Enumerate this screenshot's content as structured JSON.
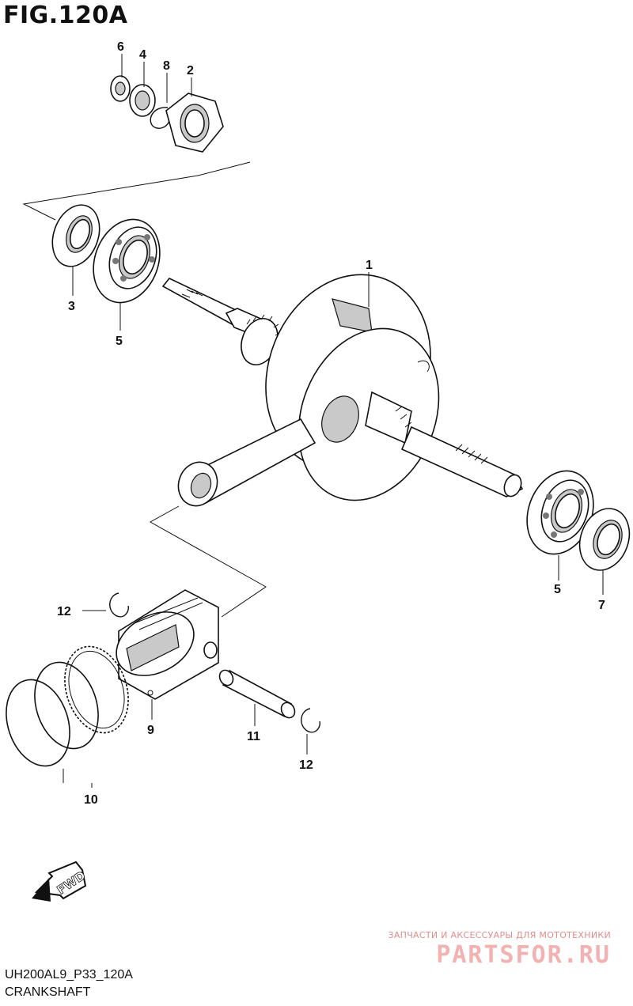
{
  "figure": {
    "title": "FIG.120A",
    "code": "UH200AL9_P33_120A",
    "name": "CRANKSHAFT"
  },
  "callouts": [
    {
      "id": "c1",
      "label": "1"
    },
    {
      "id": "c2",
      "label": "2"
    },
    {
      "id": "c3",
      "label": "3"
    },
    {
      "id": "c4",
      "label": "4"
    },
    {
      "id": "c5a",
      "label": "5"
    },
    {
      "id": "c5b",
      "label": "5"
    },
    {
      "id": "c6",
      "label": "6"
    },
    {
      "id": "c7",
      "label": "7"
    },
    {
      "id": "c8",
      "label": "8"
    },
    {
      "id": "c9",
      "label": "9"
    },
    {
      "id": "c10",
      "label": "10"
    },
    {
      "id": "c11",
      "label": "11"
    },
    {
      "id": "c12a",
      "label": "12"
    },
    {
      "id": "c12b",
      "label": "12"
    }
  ],
  "fwd_label": "FWD",
  "watermark": {
    "subtitle": "ЗАПЧАСТИ И АКСЕССУАРЫ ДЛЯ МОТОТЕХНИКИ",
    "brand": "PARTSFOR.RU"
  }
}
